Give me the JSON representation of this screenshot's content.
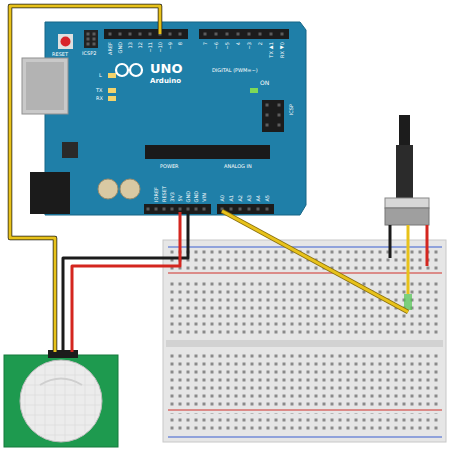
{
  "diagram": {
    "labels": [
      "RESET",
      "ICSP2",
      "AREF",
      "GND",
      "13",
      "12",
      "~11",
      "~10",
      "~9",
      "8",
      "7",
      "~6",
      "~5",
      "4",
      "~3",
      "2",
      "TX▶1",
      "RX◀0",
      "DIGITAL (PWM=~)",
      "L",
      "TX",
      "RX",
      "UNO",
      "Arduino",
      "ON",
      "ICSP",
      "IOREF",
      "RESET",
      "3V3",
      "5V",
      "GND",
      "GND",
      "VIN",
      "POWER",
      "ANALOG IN",
      "A0",
      "A1",
      "A2",
      "A3",
      "A4",
      "A5"
    ]
  }
}
